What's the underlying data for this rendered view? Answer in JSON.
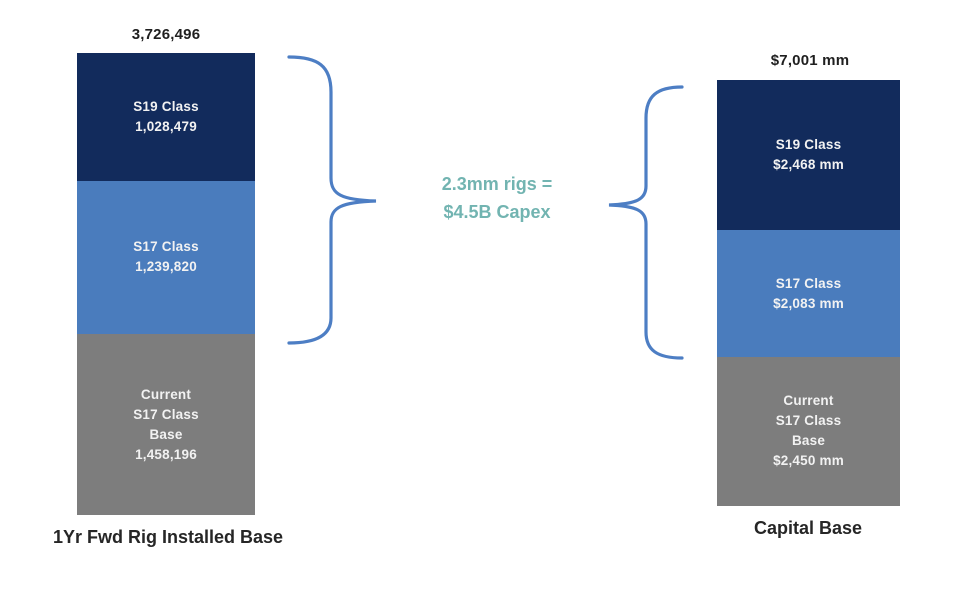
{
  "chart_data": {
    "type": "bar",
    "subtype": "stacked-columns",
    "grid": false,
    "legend_position": "none",
    "axes_visible": false,
    "bars": [
      {
        "title": "1Yr Fwd Rig Installed Base",
        "total": 3726496,
        "total_label": "3,726,496",
        "segments": [
          {
            "name": "S19 Class",
            "value": 1028479,
            "lines": [
              "S19 Class",
              "1,028,479"
            ],
            "color": "#122b5c"
          },
          {
            "name": "S17 Class",
            "value": 1239820,
            "lines": [
              "S17 Class",
              "1,239,820"
            ],
            "color": "#4a7cbd"
          },
          {
            "name": "Current S17 Class Base",
            "value": 1458196,
            "lines": [
              "Current",
              "S17 Class",
              "Base",
              "1,458,196"
            ],
            "color": "#7d7d7d"
          }
        ]
      },
      {
        "title": "Capital Base",
        "total": 7001,
        "total_label": "$7,001 mm",
        "segments": [
          {
            "name": "S19 Class",
            "value": 2468,
            "lines": [
              "S19 Class",
              "$2,468 mm"
            ],
            "color": "#122b5c"
          },
          {
            "name": "S17 Class",
            "value": 2083,
            "lines": [
              "S17 Class",
              "$2,083 mm"
            ],
            "color": "#4a7cbd"
          },
          {
            "name": "Current S17 Class Base",
            "value": 2450,
            "lines": [
              "Current",
              "S17 Class",
              "Base",
              "$2,450 mm"
            ],
            "color": "#7d7d7d"
          }
        ]
      }
    ],
    "annotation": {
      "lines": [
        "2.3mm rigs =",
        "$4.5B Capex"
      ],
      "color": "#72b4b1"
    },
    "colors": {
      "s19_class": "#122b5c",
      "s17_class": "#4a7cbd",
      "current_base": "#7d7d7d",
      "brace": "#4d7ec4",
      "annotation_text": "#72b4b1",
      "outer_text": "#1f1f1f",
      "segment_text": "#f2f2f2",
      "background": "#ffffff"
    }
  }
}
